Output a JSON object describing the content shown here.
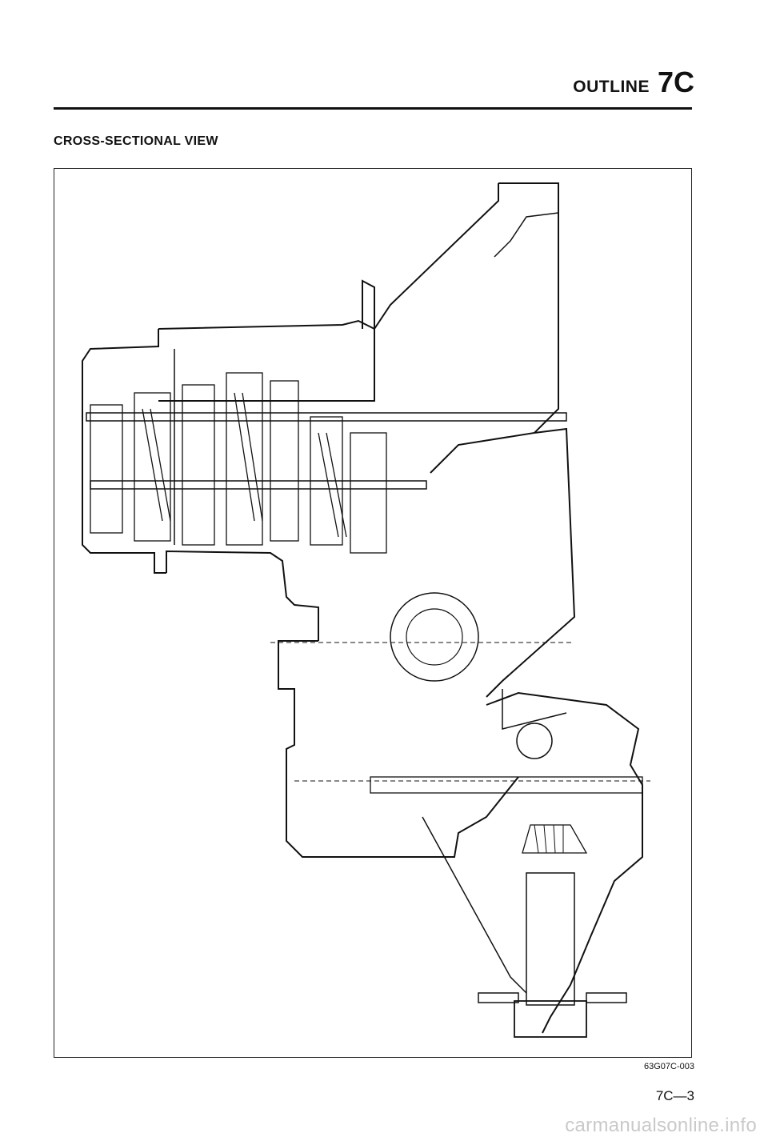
{
  "header": {
    "word": "OUTLINE",
    "code": "7C"
  },
  "section": {
    "title": "CROSS-SECTIONAL VIEW"
  },
  "figure": {
    "code": "63G07C-003",
    "subject": "transmission-cross-section"
  },
  "footer": {
    "page_number": "7C—3",
    "watermark": "carmanualsonline.info"
  }
}
